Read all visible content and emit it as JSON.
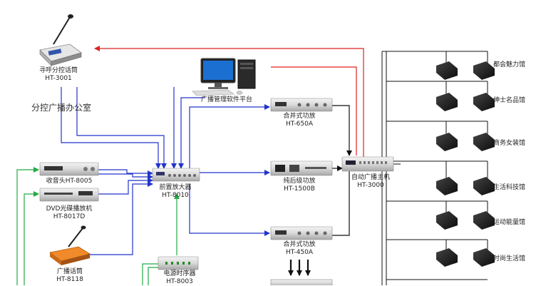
{
  "labels": {
    "paging_mic_name": "寻呼分控话筒",
    "paging_mic_model": "HT-3001",
    "office": "分控广播办公室",
    "software": "广播管理软件平台",
    "tuner_name": "收音头HT-8005",
    "dvd_name": "DVD光碟播放机",
    "dvd_model": "HT-8017D",
    "bc_mic_name": "广播话筒",
    "bc_mic_model": "HT-8118",
    "preamp_name": "前置放大器",
    "preamp_model": "HT-8010",
    "sequencer_name": "电源时序器",
    "sequencer_model": "HT-8003",
    "amp650_name": "合并式功放",
    "amp650_model": "HT-650A",
    "amp1500_name": "纯后级功放",
    "amp1500_model": "HT-1500B",
    "amp450_name": "合并式功放",
    "amp450_model": "HT-450A",
    "host_name": "自动广播主机",
    "host_model": "HT-3000"
  },
  "zones": [
    "都会魅力馆",
    "绅士名品馆",
    "商务女装馆",
    "生活科技馆",
    "运动能量馆",
    "时尚生活馆"
  ],
  "colors": {
    "blue": "#2233cc",
    "red": "#dd2222",
    "green": "#22aa44",
    "black": "#111111"
  }
}
